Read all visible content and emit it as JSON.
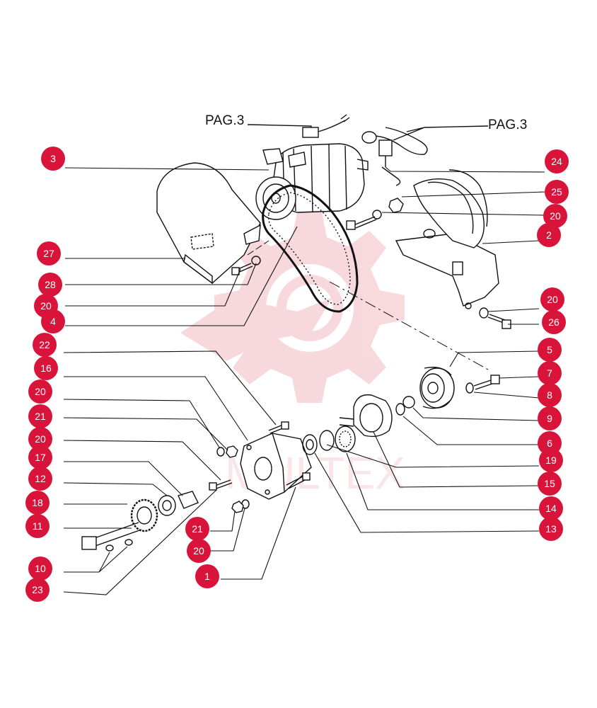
{
  "colors": {
    "badge": "#d9143a",
    "badge_text": "#ffffff",
    "line": "#111111",
    "watermark": "#f0b7bd"
  },
  "page_refs": {
    "left": "PAG.3",
    "right": "PAG.3"
  },
  "watermark": {
    "text": "MULTEX",
    "icon": "gear-logo-icon"
  },
  "callouts": [
    {
      "id": "c3",
      "label": "3"
    },
    {
      "id": "c24",
      "label": "24"
    },
    {
      "id": "c25",
      "label": "25"
    },
    {
      "id": "c20a",
      "label": "20"
    },
    {
      "id": "c2",
      "label": "2"
    },
    {
      "id": "c27",
      "label": "27"
    },
    {
      "id": "c28",
      "label": "28"
    },
    {
      "id": "c20b",
      "label": "20"
    },
    {
      "id": "c4",
      "label": "4"
    },
    {
      "id": "c20c",
      "label": "20"
    },
    {
      "id": "c26",
      "label": "26"
    },
    {
      "id": "c22",
      "label": "22"
    },
    {
      "id": "c5",
      "label": "5"
    },
    {
      "id": "c16",
      "label": "16"
    },
    {
      "id": "c7",
      "label": "7"
    },
    {
      "id": "c20d",
      "label": "20"
    },
    {
      "id": "c8",
      "label": "8"
    },
    {
      "id": "c21a",
      "label": "21"
    },
    {
      "id": "c9",
      "label": "9"
    },
    {
      "id": "c20e",
      "label": "20"
    },
    {
      "id": "c6",
      "label": "6"
    },
    {
      "id": "c17",
      "label": "17"
    },
    {
      "id": "c19",
      "label": "19"
    },
    {
      "id": "c12",
      "label": "12"
    },
    {
      "id": "c15",
      "label": "15"
    },
    {
      "id": "c18",
      "label": "18"
    },
    {
      "id": "c14",
      "label": "14"
    },
    {
      "id": "c11",
      "label": "11"
    },
    {
      "id": "c21b",
      "label": "21"
    },
    {
      "id": "c13",
      "label": "13"
    },
    {
      "id": "c20f",
      "label": "20"
    },
    {
      "id": "c10",
      "label": "10"
    },
    {
      "id": "c1",
      "label": "1"
    },
    {
      "id": "c23",
      "label": "23"
    }
  ]
}
